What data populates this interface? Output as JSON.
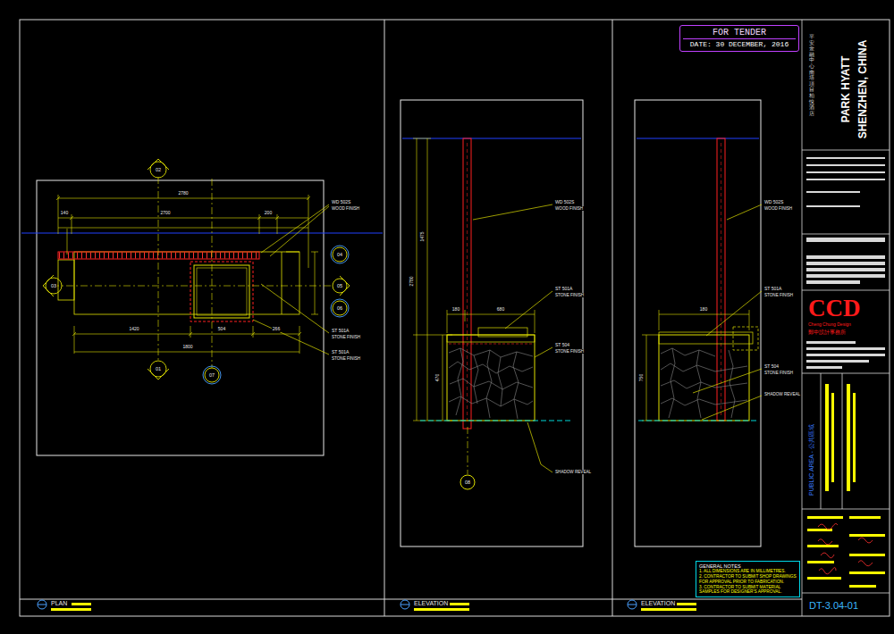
{
  "diagram": {
    "nodes": [
      {
        "text": [
          "FOR TENDER",
          "DATE: 30 DECEMBER, 2016"
        ]
      },
      {
        "text": [
          "GENERAL NOTES",
          "1. ALL DIMENSIONS ARE IN MILLIMETRES.",
          "2. CONTRACTOR TO SUBMIT SHOP DRAWINGS FOR APPROVAL PRIOR TO FABRICATION.",
          "3. CONTRACTOR TO SUBMIT MATERIAL SAMPLES FOR DESIGNER'S APPROVAL."
        ]
      }
    ],
    "labels": [
      "PARK HYATT",
      "SHENZHEN, CHINA",
      "平安金融中心南塔項目柏悅酒店",
      "CCD",
      "Cheng Chung Design",
      "鄭中設計事務所",
      "PUBLIC AREA - 公共區域",
      "DT-3.04-01",
      "PLAN",
      "ELEVATION",
      "ELEVATION",
      "WD 502S",
      "WOOD FINISH",
      "ST 501A",
      "STONE FINISH",
      "ST 501A",
      "STONE FINISH",
      "WD 502S",
      "WOOD FINISH",
      "ST 501A",
      "STONE FINISH",
      "ST 504",
      "STONE FINISH",
      "SHADOW REVEAL",
      "WD 502S",
      "WOOD FINISH",
      "ST 501A",
      "STONE FINISH",
      "ST 504",
      "STONE FINISH",
      "SHADOW REVEAL",
      "2780",
      "140",
      "2700",
      "200",
      "1420",
      "504",
      "266",
      "1800",
      "1475",
      "2780",
      "180",
      "680",
      "470",
      "180",
      "750",
      "02",
      "01",
      "03",
      "04",
      "05",
      "06",
      "07",
      "08"
    ]
  }
}
